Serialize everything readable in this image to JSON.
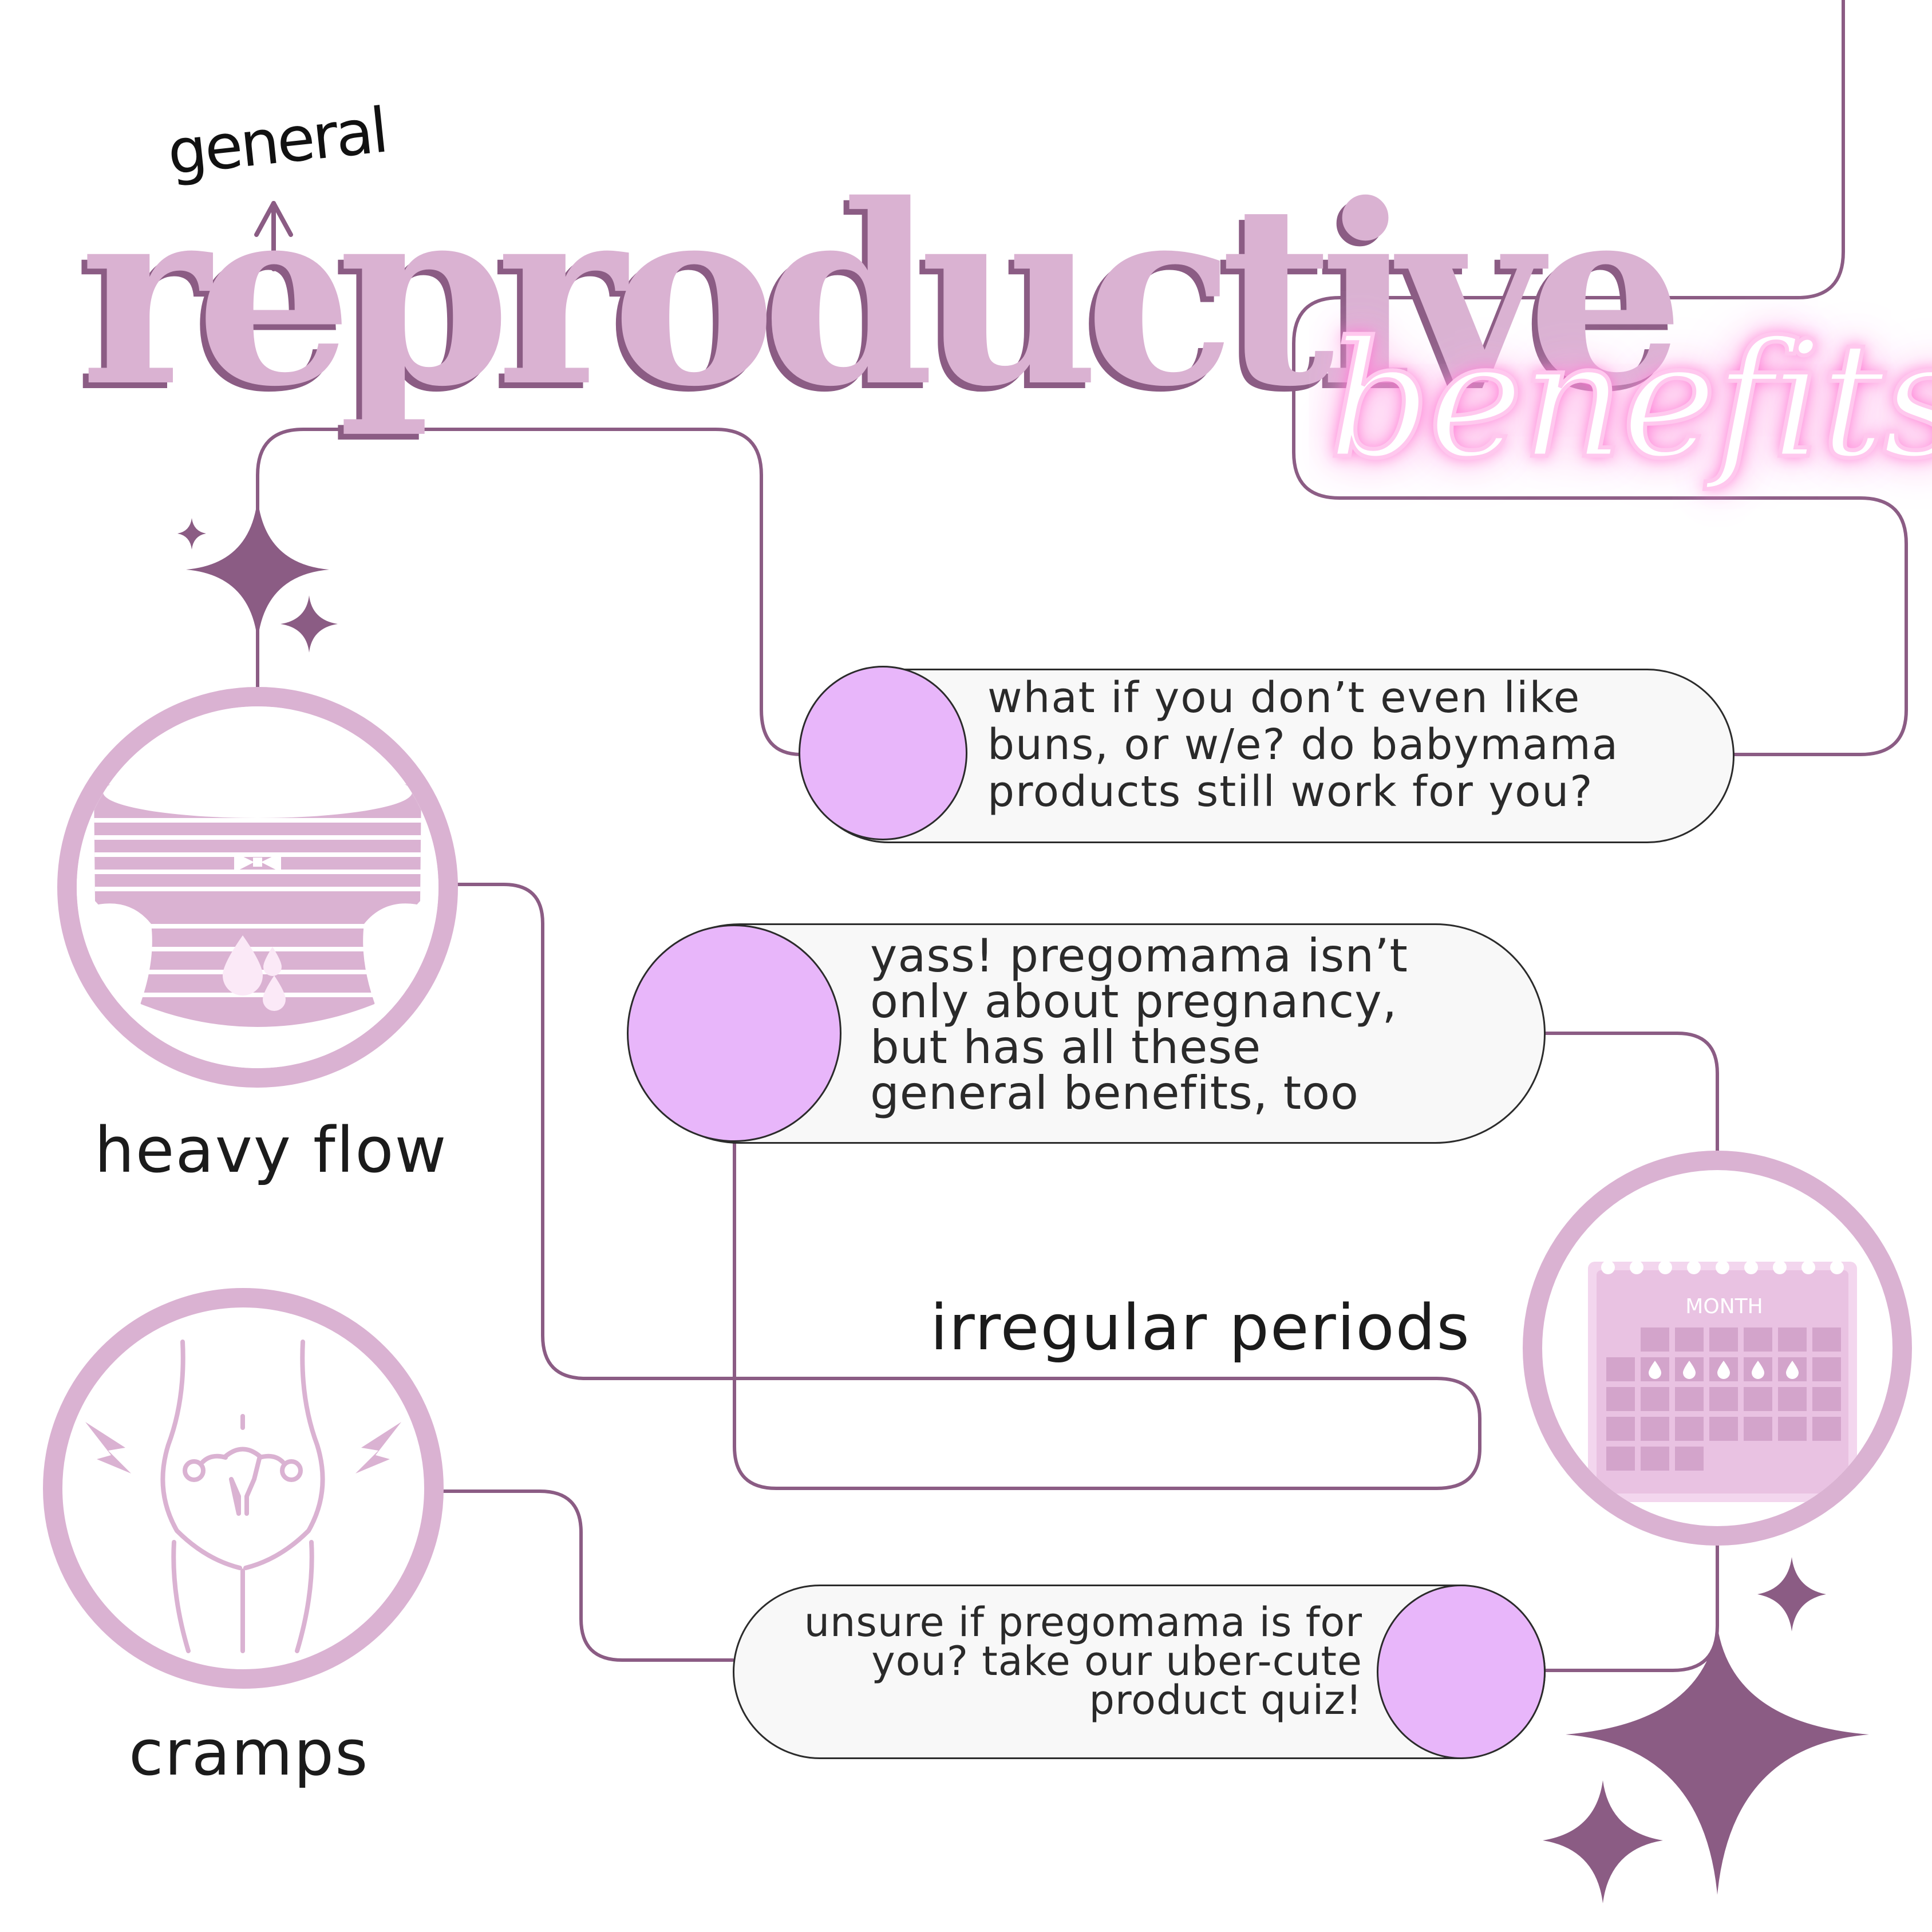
{
  "header": {
    "annotation": "general",
    "title": "reproductive",
    "script_word": "benefits"
  },
  "conditions": [
    {
      "label": "heavy flow",
      "icon": "period-underwear-icon"
    },
    {
      "label": "irregular periods",
      "icon": "calendar-icon"
    },
    {
      "label": "cramps",
      "icon": "uterus-cramps-icon"
    }
  ],
  "calendar": {
    "month_label": "MONTH"
  },
  "bubbles": [
    {
      "text": "what if you don’t even like\nbuns, or w/e? do babymama\nproducts still work for you?"
    },
    {
      "text": "yass! pregomama isn’t\nonly about pregnancy,\nbut has all these\ngeneral benefits, too"
    },
    {
      "text": "unsure if pregomama is for\nyou? take our uber-cute\nproduct quiz!"
    }
  ],
  "colors": {
    "line": "#8b5c84",
    "pink": "#dab2d2",
    "lilac": "#e8b6fa",
    "bubble_bg": "#f8f8f8",
    "sparkle": "#8b5c84",
    "neon_glow": "#ff6fd0"
  },
  "decorations": [
    "sparkle-icon",
    "arrow-up-icon"
  ]
}
